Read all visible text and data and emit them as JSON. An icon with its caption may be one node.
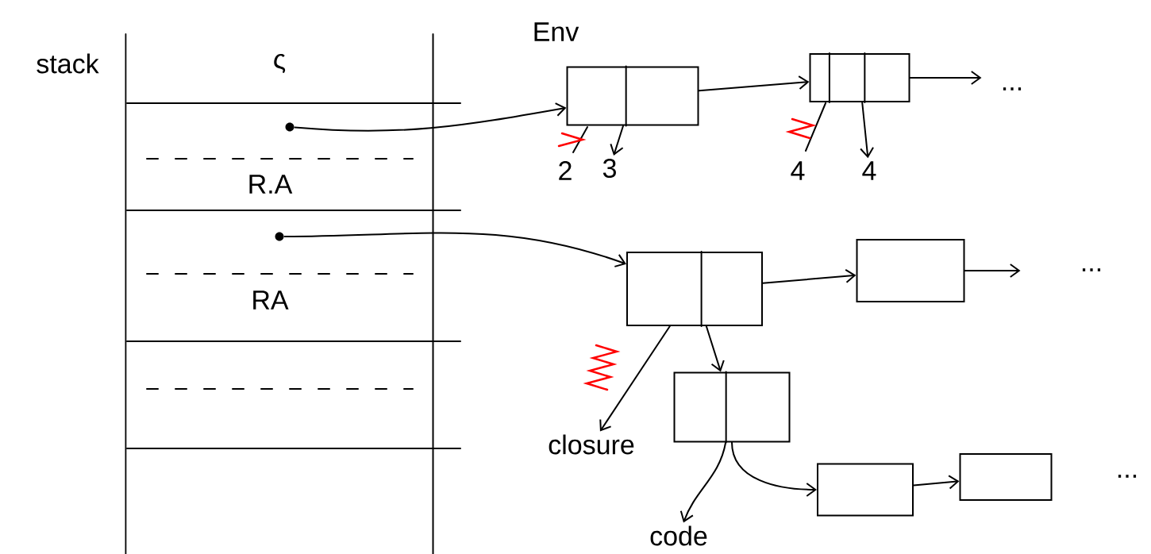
{
  "diagram": {
    "nodes": [
      {
        "text": [
          "stack"
        ]
      },
      {
        "text": [],
        "shape": "circle",
        "in": 0
      },
      {
        "text": [
          "R.A"
        ],
        "in": 0
      },
      {
        "text": [],
        "shape": "circle",
        "in": 0
      },
      {
        "text": [
          "RA"
        ],
        "in": 0
      },
      {
        "text": [],
        "shape": "box"
      },
      {
        "text": [],
        "shape": "box"
      },
      {
        "text": [
          "3"
        ]
      },
      {
        "text": [
          "4"
        ]
      },
      {
        "text": [],
        "shape": "box"
      },
      {
        "text": [],
        "shape": "box"
      },
      {
        "text": [],
        "shape": "box"
      },
      {
        "text": [
          "closure"
        ]
      },
      {
        "text": [
          "code"
        ]
      },
      {
        "text": [],
        "shape": "box"
      },
      {
        "text": [],
        "shape": "box"
      }
    ],
    "edges": [
      {
        "from": 1,
        "to": 5,
        "arrow": "to"
      },
      {
        "from": 5,
        "to": 6,
        "arrow": "to"
      },
      {
        "from": 6,
        "to": null,
        "arrow": "to"
      },
      {
        "from": 5,
        "to": 7,
        "arrow": "to"
      },
      {
        "from": 6,
        "to": 8,
        "arrow": "to"
      },
      {
        "from": 3,
        "to": 9,
        "arrow": "to"
      },
      {
        "from": 9,
        "to": 10,
        "arrow": "to"
      },
      {
        "from": 10,
        "to": null,
        "arrow": "to"
      },
      {
        "from": 9,
        "to": 12,
        "arrow": "to"
      },
      {
        "from": 9,
        "to": 11,
        "arrow": "to"
      },
      {
        "from": 11,
        "to": 13,
        "arrow": "to"
      },
      {
        "from": 11,
        "to": 14,
        "arrow": "to"
      },
      {
        "from": 14,
        "to": 15,
        "arrow": "to"
      }
    ],
    "labels": [
      "ς",
      "Env",
      "2",
      "4",
      "...",
      "...",
      "..."
    ]
  }
}
